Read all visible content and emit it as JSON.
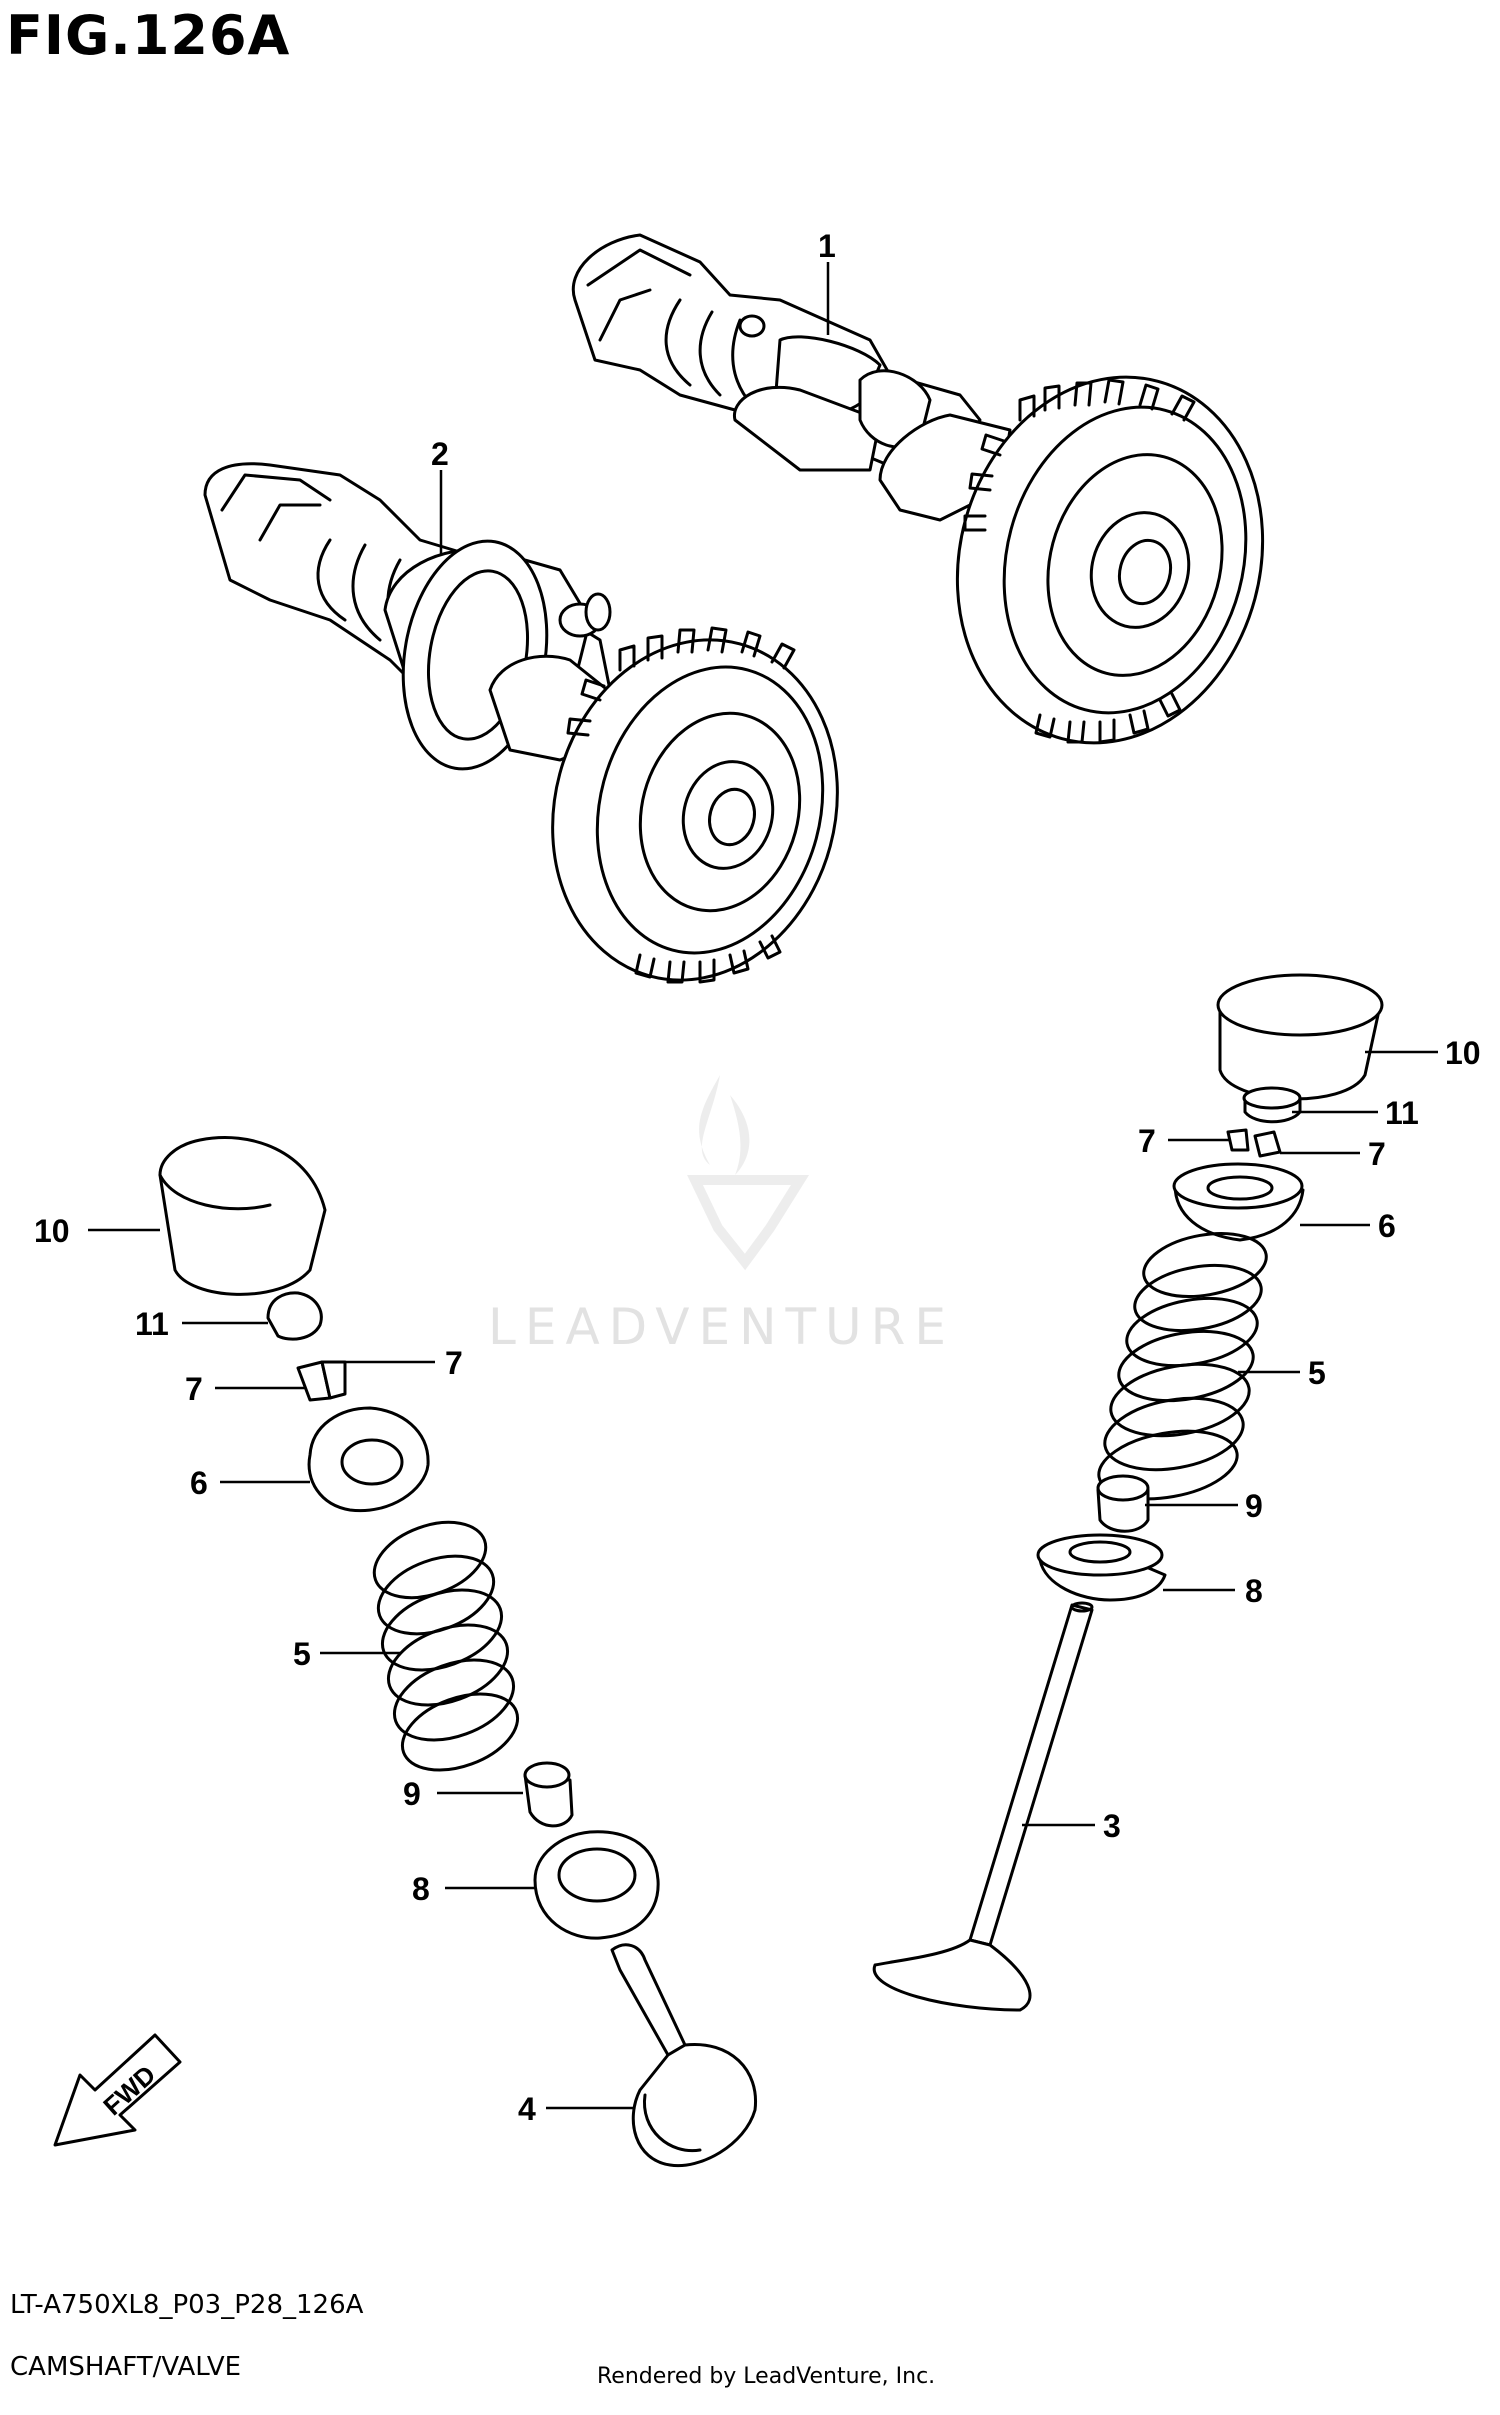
{
  "figure": {
    "title": "FIG.126A",
    "code": "LT-A750XL8_P03_P28_126A",
    "name": "CAMSHAFT/VALVE",
    "rendered_by": "Rendered by LeadVenture, Inc."
  },
  "watermark": {
    "text": "LEADVENTURE"
  },
  "fwd_label": "FWD",
  "callouts": {
    "c1": "1",
    "c2": "2",
    "c3": "3",
    "c4": "4",
    "c5r": "5",
    "c5l": "5",
    "c6r": "6",
    "c6l": "6",
    "c7r1": "7",
    "c7r2": "7",
    "c7l1": "7",
    "c7l2": "7",
    "c8r": "8",
    "c8l": "8",
    "c9r": "9",
    "c9l": "9",
    "c10r": "10",
    "c10l": "10",
    "c11r": "11",
    "c11l": "11"
  }
}
